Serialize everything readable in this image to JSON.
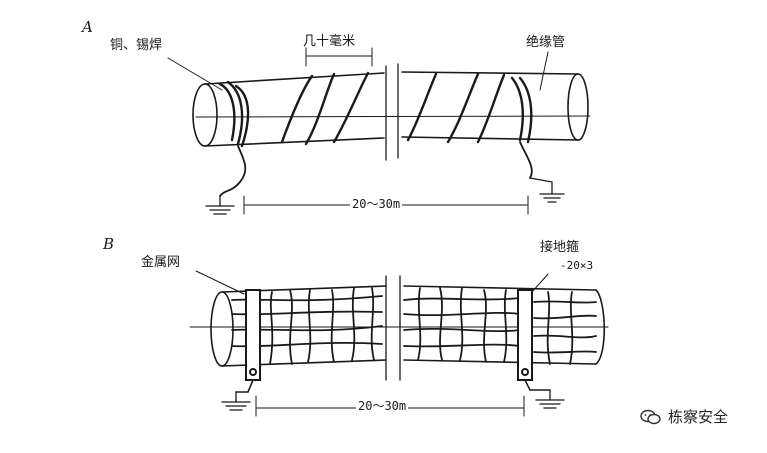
{
  "panel_a": {
    "letter": "A",
    "label_left": "铜、锡焊",
    "label_spacing": "几十毫米",
    "label_right": "绝缘管",
    "dimension": "20～30m"
  },
  "panel_b": {
    "letter": "B",
    "label_left": "金属网",
    "label_right": "接地箍",
    "label_right_sub": "-20×3",
    "dimension": "20～30m"
  },
  "watermark": {
    "text": "栋察安全",
    "icon": "wechat-logo-icon"
  }
}
